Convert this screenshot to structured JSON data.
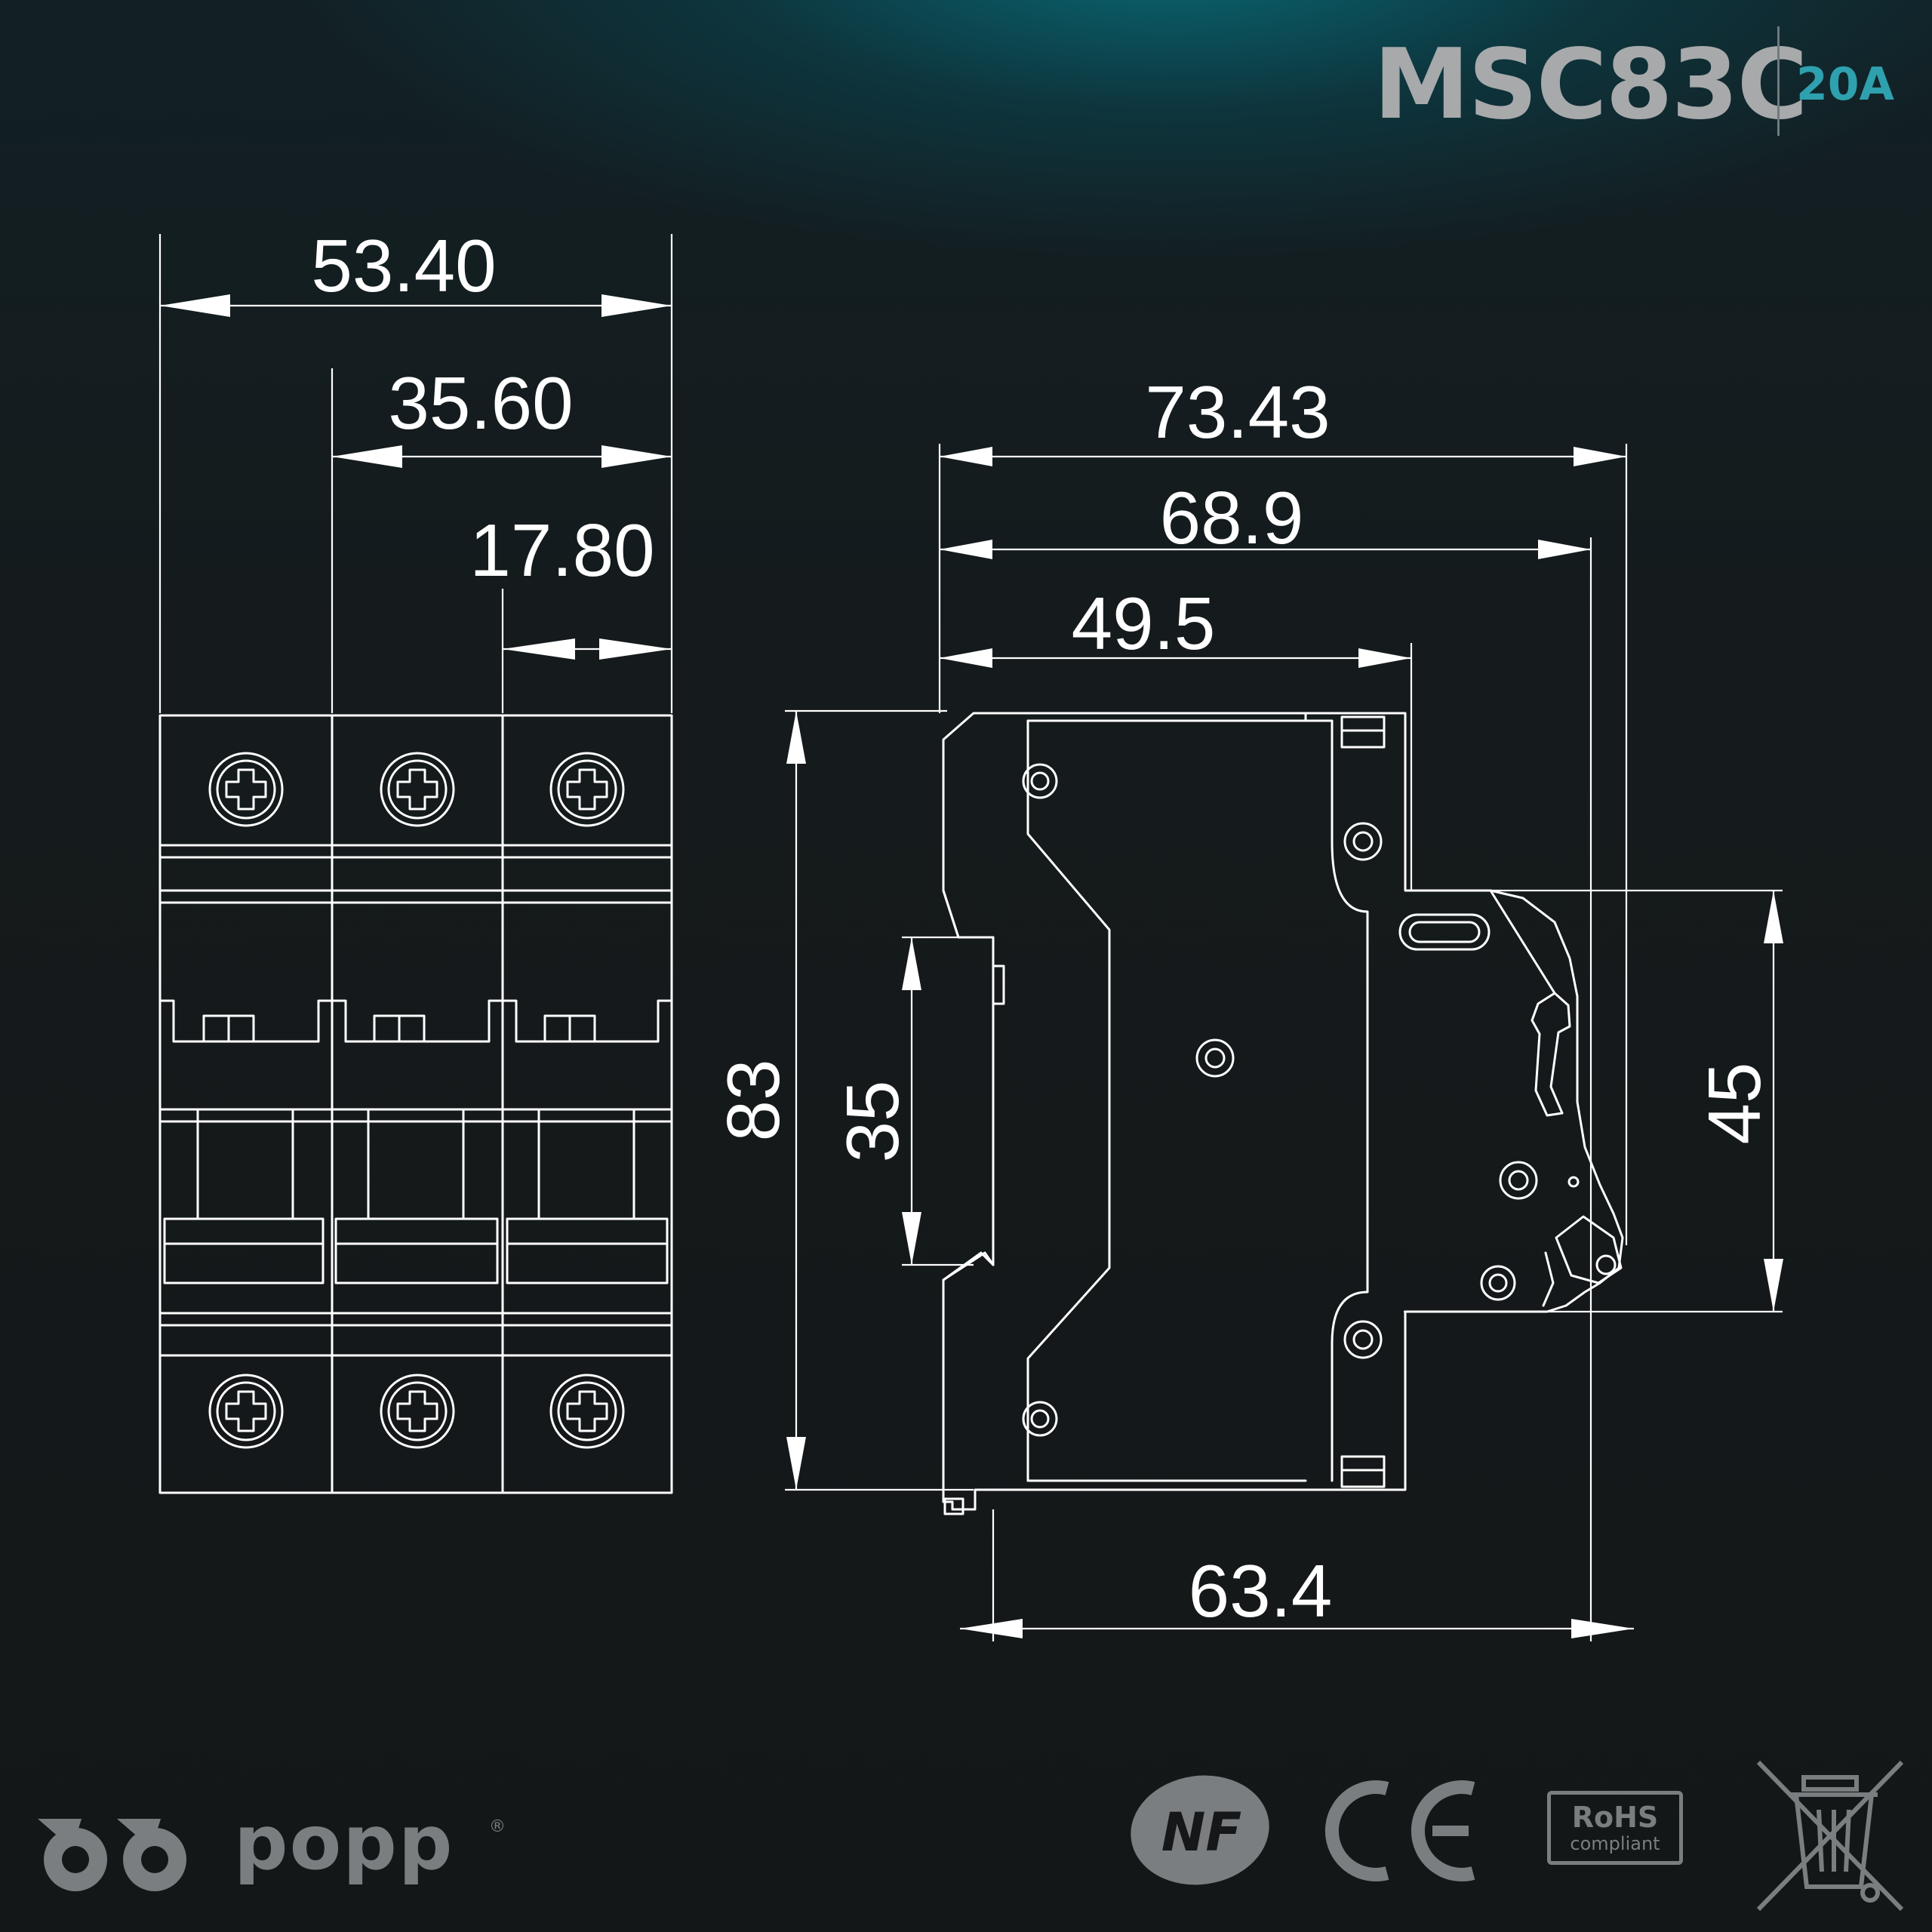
{
  "header": {
    "model": "MSC83C",
    "rating": "20A"
  },
  "dimensions": {
    "front_total_width": "53.40",
    "front_two_pole_width": "35.60",
    "front_pole_width": "17.80",
    "side_overall_depth": "73.43",
    "side_depth_to_toggle": "68.9",
    "side_depth_to_shoulder": "49.5",
    "side_height": "83",
    "side_rail_height": "35",
    "side_front_height": "45",
    "side_base_depth": "63.4"
  },
  "footer": {
    "brand": "popp",
    "registered_mark": "®",
    "cert_nf": "NF",
    "cert_ce": "CE",
    "cert_rohs_title": "RoHS",
    "cert_rohs_sub": "compliant"
  },
  "colors": {
    "line": "#ffffff",
    "accent_teal": "#2fa0ae",
    "grey_logo": "#7b7e80",
    "background": "#141718"
  },
  "icons": [
    "popp-logo-icon",
    "nf-mark-icon",
    "ce-mark-icon",
    "weee-bin-icon"
  ]
}
